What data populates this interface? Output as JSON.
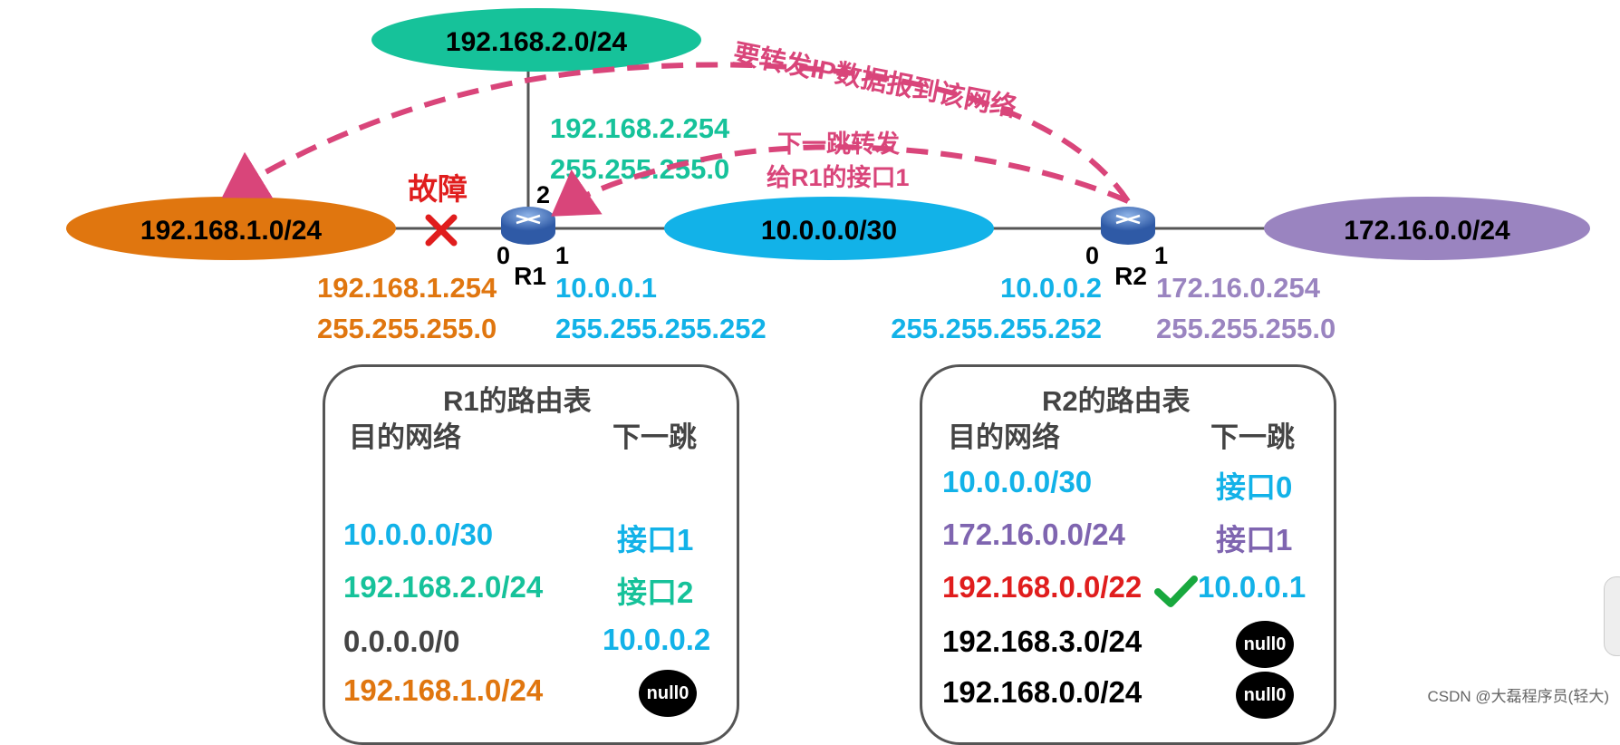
{
  "colors": {
    "orange": "#e0760f",
    "teal": "#16c29a",
    "blue": "#12b2e8",
    "purple": "#9a84c0",
    "pink": "#d9457a",
    "red": "#e01d1d",
    "green": "#18a83e",
    "gray": "#444444",
    "black": "#000000"
  },
  "networks": {
    "net_192_168_1": "192.168.1.0/24",
    "net_192_168_2": "192.168.2.0/24",
    "net_10": "10.0.0.0/30",
    "net_172": "172.16.0.0/24"
  },
  "routers": {
    "r1": {
      "label": "R1",
      "port0": "0",
      "port1": "1",
      "port2": "2"
    },
    "r2": {
      "label": "R2",
      "port0": "0",
      "port1": "1"
    }
  },
  "interfaces": {
    "r1_if0_ip": "192.168.1.254",
    "r1_if0_mask": "255.255.255.0",
    "r1_if1_ip": "10.0.0.1",
    "r1_if1_mask": "255.255.255.252",
    "r1_if2_ip": "192.168.2.254",
    "r1_if2_mask": "255.255.255.0",
    "r2_if0_ip": "10.0.0.2",
    "r2_if0_mask": "255.255.255.252",
    "r2_if1_ip": "172.16.0.254",
    "r2_if1_mask": "255.255.255.0"
  },
  "annotations": {
    "fault": "故障",
    "forward_note": "要转发IP数据报到该网络",
    "next_hop_line1": "下一跳转发",
    "next_hop_line2": "给R1的接口1"
  },
  "r1_table": {
    "title": "R1的路由表",
    "col_dest": "目的网络",
    "col_next": "下一跳",
    "rows": [
      {
        "dest": "10.0.0.0/30",
        "next": "接口1"
      },
      {
        "dest": "192.168.2.0/24",
        "next": "接口2"
      },
      {
        "dest": "0.0.0.0/0",
        "next": "10.0.0.2"
      },
      {
        "dest": "192.168.1.0/24",
        "next": "null0"
      }
    ]
  },
  "r2_table": {
    "title": "R2的路由表",
    "col_dest": "目的网络",
    "col_next": "下一跳",
    "rows": [
      {
        "dest": "10.0.0.0/30",
        "next": "接口0"
      },
      {
        "dest": "172.16.0.0/24",
        "next": "接口1"
      },
      {
        "dest": "192.168.0.0/22",
        "next": "10.0.0.1"
      },
      {
        "dest": "192.168.3.0/24",
        "next": "null0"
      },
      {
        "dest": "192.168.0.0/24",
        "next": "null0"
      }
    ]
  },
  "watermark": "CSDN @大磊程序员(轻大)"
}
